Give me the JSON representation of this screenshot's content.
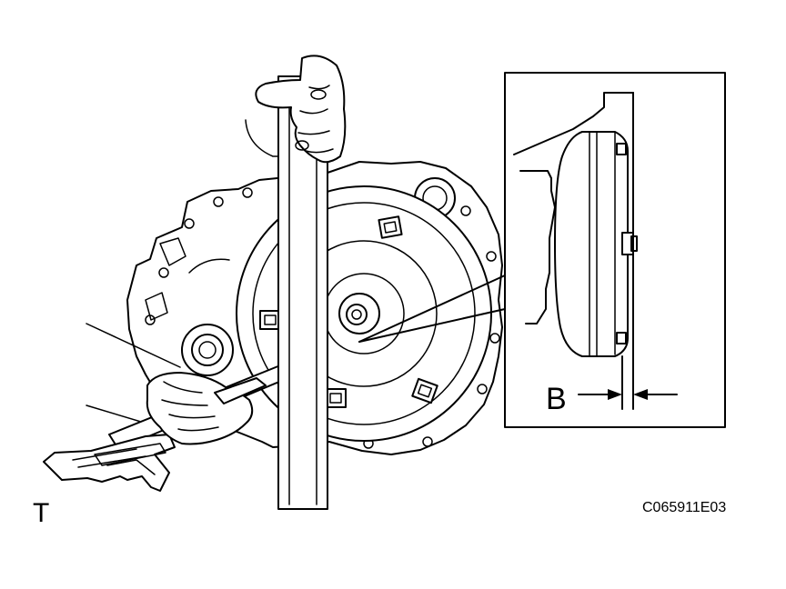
{
  "figure": {
    "dimension_label": "B",
    "corner_label": "T",
    "figure_code": "C065911E03"
  },
  "colors": {
    "line": "#000000",
    "background": "#ffffff"
  }
}
